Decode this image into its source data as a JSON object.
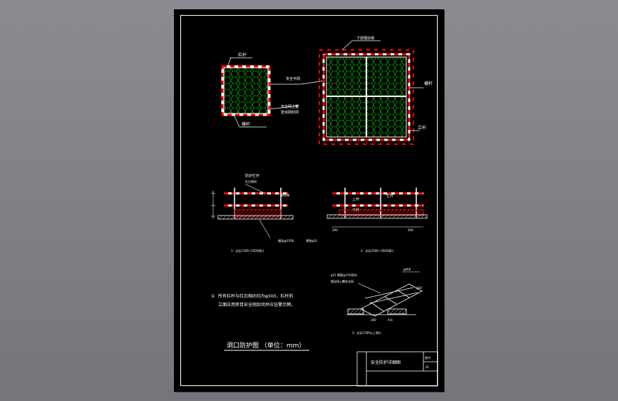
{
  "drawing": {
    "title": "洞口防护图 （单位：mm）",
    "note_number": "①",
    "note_line1": "所有栏杆与红白相间均为φ500，栏杆的",
    "note_line2": "立面应用密目安全网封闭并应挂警示牌。",
    "titleblock": {
      "name": "安全防护详细图",
      "label_top": "图号",
      "label_bottom": "01"
    },
    "plan_small": {
      "label_top": "栏杆",
      "label_bottom": "横杆",
      "label_mid1": "安全平网",
      "label_mid2": "安全网上覆",
      "label_mid3": "密目网封闭"
    },
    "plan_large": {
      "label_top": "下放钢丝绳",
      "label_right1": "横杆",
      "label_right2": "立杆"
    },
    "section_left": {
      "label_a": "防护栏杆",
      "label_b": "红白相间",
      "label_c": "钢丝绳",
      "label_d": "横竖@2500",
      "label_e": "预埋φ10",
      "caption": "1：边长1500~2500洞口"
    },
    "section_mid": {
      "label_a": "上杆",
      "label_b": "下杆",
      "label_c": "栏杆",
      "dim_a": "200",
      "dim_b": "200",
      "caption": "2：边长2500~3500洞口"
    },
    "iso": {
      "label_a": "φ12 钢筋@150双向",
      "label_b": "钢丝网上覆安全网",
      "dim_top": "φ400",
      "dim_side": "φ50",
      "dim_bottom": "A-6",
      "dim_right": "200",
      "caption": "3：边长1500以上洞口"
    }
  },
  "colors": {
    "background": "#7f8187",
    "sheet": "#000000",
    "line": "#ffffff",
    "hatch_red": "#ff0000",
    "mesh_green": "#00a000"
  }
}
